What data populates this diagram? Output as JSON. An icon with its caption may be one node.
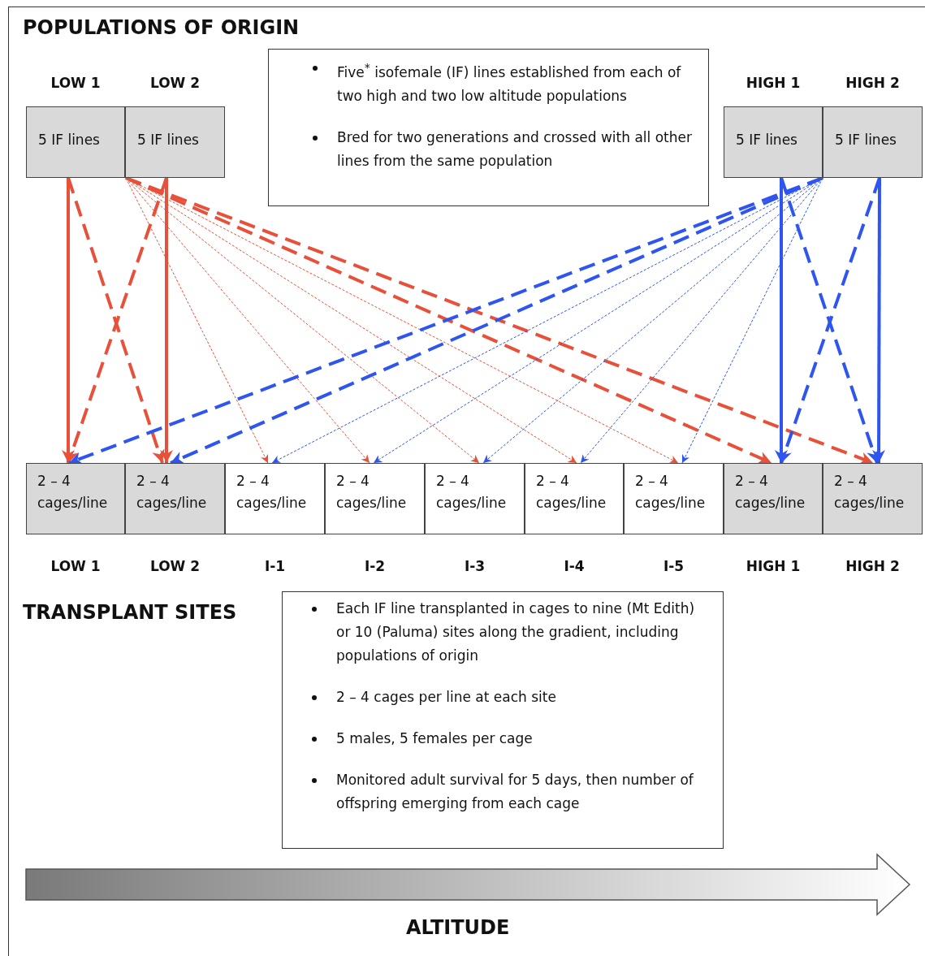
{
  "diagram": {
    "title": "POPULATIONS OF ORIGIN",
    "nodes": [
      {
        "text": [
          "LOW 1",
          "5 IF lines"
        ]
      },
      {
        "text": [
          "LOW 2",
          "5 IF lines"
        ]
      },
      {
        "text": [
          "Five$^{*}$ isofemale (IF) lines established from each of two high and two low altitude populations",
          "Bred for two generations and crossed with all other lines from the same population"
        ]
      },
      {
        "text": [
          "HIGH 1",
          "5 IF lines"
        ]
      },
      {
        "text": [
          "HIGH 2",
          "5 IF lines"
        ]
      },
      {
        "text": [
          "2 – 4 cages/line",
          "LOW 1"
        ]
      },
      {
        "text": [
          "2 – 4 cages/line",
          "LOW 2"
        ]
      },
      {
        "text": [
          "2 – 4 cages/line",
          "I-1"
        ]
      },
      {
        "text": [
          "2 – 4 cages/line",
          "I-2"
        ]
      },
      {
        "text": [
          "2 – 4 cages/line",
          "I-3"
        ]
      },
      {
        "text": [
          "2 – 4 cages/line",
          "I-4"
        ]
      },
      {
        "text": [
          "2 – 4 cages/line",
          "I-5"
        ]
      },
      {
        "text": [
          "2 – 4 cages/line",
          "HIGH 1"
        ]
      },
      {
        "text": [
          "2 – 4 cages/line",
          "HIGH 2"
        ]
      },
      {
        "text": [
          "Each IF line transplanted in cages to nine (Mt Edith) or 10 (Paluma) sites along the gradient, including populations of origin",
          "2 – 4 cages per line at each site",
          "5 males, 5 females per cage",
          "Monitored adult survival for 5 days, then number of offspring emerging from each cage"
        ]
      }
    ],
    "edges": [
      {
        "from": 0,
        "to": 5,
        "arrow": "to",
        "color": "#e8503a"
      },
      {
        "from": 0,
        "to": 6,
        "arrow": "to",
        "style": "dashed",
        "color": "#e8503a"
      },
      {
        "from": 1,
        "to": 5,
        "arrow": "to",
        "style": "dashed",
        "color": "#e8503a"
      },
      {
        "from": 1,
        "to": 6,
        "arrow": "to",
        "color": "#e8503a"
      },
      {
        "from": 1,
        "to": 7,
        "arrow": "to",
        "style": "dashed",
        "color": "#e8503a"
      },
      {
        "from": 1,
        "to": 8,
        "arrow": "to",
        "style": "dashed",
        "color": "#e8503a"
      },
      {
        "from": 1,
        "to": 9,
        "arrow": "to",
        "style": "dashed",
        "color": "#e8503a"
      },
      {
        "from": 1,
        "to": 10,
        "arrow": "to",
        "style": "dashed",
        "color": "#e8503a"
      },
      {
        "from": 1,
        "to": 11,
        "arrow": "to",
        "style": "dashed",
        "color": "#e8503a"
      },
      {
        "from": 1,
        "to": 12,
        "arrow": "to",
        "style": "dashed",
        "color": "#e8503a"
      },
      {
        "from": 1,
        "to": 13,
        "arrow": "to",
        "style": "dashed",
        "color": "#e8503a"
      },
      {
        "from": 3,
        "to": 12,
        "arrow": "to",
        "color": "#2f55f0"
      },
      {
        "from": 3,
        "to": 13,
        "arrow": "to",
        "style": "dashed",
        "color": "#2f55f0"
      },
      {
        "from": 4,
        "to": 12,
        "arrow": "to",
        "style": "dashed",
        "color": "#2f55f0"
      },
      {
        "from": 4,
        "to": 13,
        "arrow": "to",
        "color": "#2f55f0"
      },
      {
        "from": 3,
        "to": 7,
        "arrow": "to",
        "style": "dashed",
        "color": "#2f55f0"
      },
      {
        "from": 3,
        "to": 8,
        "arrow": "to",
        "style": "dashed",
        "color": "#2f55f0"
      },
      {
        "from": 3,
        "to": 9,
        "arrow": "to",
        "style": "dashed",
        "color": "#2f55f0"
      },
      {
        "from": 3,
        "to": 10,
        "arrow": "to",
        "style": "dashed",
        "color": "#2f55f0"
      },
      {
        "from": 3,
        "to": 11,
        "arrow": "to",
        "style": "dashed",
        "color": "#2f55f0"
      },
      {
        "from": 3,
        "to": 5,
        "arrow": "to",
        "style": "dashed",
        "color": "#2f55f0"
      },
      {
        "from": 3,
        "to": 6,
        "arrow": "to",
        "style": "dashed",
        "color": "#2f55f0"
      }
    ],
    "labels": [
      "TRANSPLANT SITES",
      "ALTITUDE"
    ]
  }
}
